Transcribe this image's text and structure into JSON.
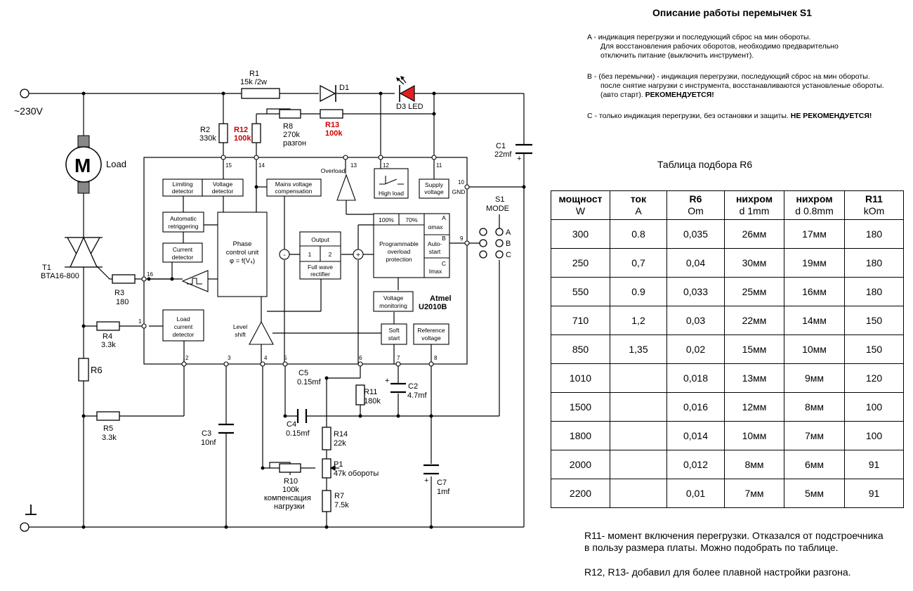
{
  "schematic": {
    "mains_label": "~230V",
    "ground_symbol": "⊥",
    "motor_label": "M",
    "load_label": "Load",
    "r1": "R1",
    "r1_value": "15k /2w",
    "d1": "D1",
    "d3": "D3 LED",
    "r2": "R2",
    "r2_value": "330k",
    "r12": "R12",
    "r12_value": "100k",
    "r8": "R8",
    "r8_value": "270k",
    "r8_note": "разгон",
    "r13": "R13",
    "r13_value": "100k",
    "c1": "C1",
    "c1_value": "22mf",
    "c1_plus": "+",
    "t1": "T1",
    "t1_value": "BTA16-800",
    "r3": "R3",
    "r3_value": "180",
    "r4": "R4",
    "r4_value": "3.3k",
    "r6": "R6",
    "r5": "R5",
    "r5_value": "3.3k",
    "c3": "C3",
    "c3_value": "10nf",
    "c5": "C5",
    "c5_value": "0.15mf",
    "c4": "C4",
    "c4_value": "0.15mf",
    "r11": "R11",
    "r11_value": "180k",
    "c2": "C2",
    "c2_value": "4.7mf",
    "c2_plus": "+",
    "r14": "R14",
    "r14_value": "22k",
    "p1": "P1",
    "p1_value": "47k обороты",
    "r10": "R10",
    "r10_value": "100k",
    "r10_note1": "компенсация",
    "r10_note2": "нагрузки",
    "r7": "R7",
    "r7_value": "7.5k",
    "c7": "C7",
    "c7_value": "1mf",
    "c7_plus": "+",
    "s1": "S1",
    "s1_mode": "MODE",
    "pos_a": "A",
    "pos_b": "B",
    "pos_c": "C",
    "chip_name": "Atmel",
    "chip_part": "U2010B",
    "blk_limiting1": "Limiting",
    "blk_limiting2": "detector",
    "blk_voltage1": "Voltage",
    "blk_voltage2": "detector",
    "blk_mains1": "Mains voltage",
    "blk_mains2": "compensation",
    "blk_overload": "Overload",
    "blk_highload": "High load",
    "blk_supply1": "Supply",
    "blk_supply2": "voltage",
    "blk_gnd": "GND",
    "blk_autoretrig1": "Automatic",
    "blk_autoretrig2": "retriggering",
    "blk_phase1": "Phase",
    "blk_phase2": "control unit",
    "blk_phase3": "φ = f(V₄)",
    "blk_output": "Output",
    "blk_out1": "1",
    "blk_out2": "2",
    "blk_rect1": "Full wave",
    "blk_rect2": "rectifier",
    "blk_pct100": "100%",
    "blk_pct70": "70%",
    "blk_prog1": "Programmable",
    "blk_prog2": "overload",
    "blk_prog3": "protection",
    "blk_a": "A",
    "blk_amax": "αmax",
    "blk_b": "B",
    "blk_auto1": "Auto-",
    "blk_auto2": "start",
    "blk_c": "C",
    "blk_imax": "Imax",
    "blk_current1": "Current",
    "blk_current2": "detector",
    "blk_vmon1": "Voltage",
    "blk_vmon2": "monitoring",
    "blk_load1": "Load",
    "blk_load2": "current",
    "blk_load3": "detector",
    "blk_level1": "Level",
    "blk_level2": "shift",
    "blk_soft1": "Soft",
    "blk_soft2": "start",
    "blk_ref1": "Reference",
    "blk_ref2": "voltage",
    "minus": "-",
    "plus": "+",
    "pins": {
      "p1": "1",
      "p2": "2",
      "p3": "3",
      "p4": "4",
      "p5": "5",
      "p6": "6",
      "p7": "7",
      "p8": "8",
      "p9": "9",
      "p10": "10",
      "p11": "11",
      "p12": "12",
      "p13": "13",
      "p14": "14",
      "p15": "15",
      "p16": "16"
    }
  },
  "notes": {
    "title": "Описание работы перемычек S1",
    "a_line1": "A - индикация перегрузки и последующий сброс на мин обороты.",
    "a_line2": "Для восстановления рабочих оборотов, необходимо предварительно",
    "a_line3": "отключить питание (выключить инструмент).",
    "b_line1": "B - (без перемычки) - индикация перегрузки, последующий сброс на мин обороты.",
    "b_line2": "после снятие нагрузки с инструмента, восстанавливаются установленые обороты.",
    "b_line3": "(авто старт).",
    "b_bold": "РЕКОМЕНДУЕТСЯ!",
    "c_line1": "C - только индикация перегрузки, без остановки и защиты.",
    "c_bold": "НЕ РЕКОМЕНДУЕТСЯ!"
  },
  "table": {
    "caption": "Таблица подбора R6",
    "headers": [
      {
        "top": "мощност",
        "bottom": "W"
      },
      {
        "top": "ток",
        "bottom": "A"
      },
      {
        "top": "R6",
        "bottom": "Om"
      },
      {
        "top": "нихром",
        "bottom": "d 1mm"
      },
      {
        "top": "нихром",
        "bottom": "d 0.8mm"
      },
      {
        "top": "R11",
        "bottom": "kOm"
      }
    ],
    "rows": [
      [
        "300",
        "0.8",
        "0,035",
        "26мм",
        "17мм",
        "180"
      ],
      [
        "250",
        "0,7",
        "0,04",
        "30мм",
        "19мм",
        "180"
      ],
      [
        "550",
        "0.9",
        "0,033",
        "25мм",
        "16мм",
        "180"
      ],
      [
        "710",
        "1,2",
        "0,03",
        "22мм",
        "14мм",
        "150"
      ],
      [
        "850",
        "1,35",
        "0,02",
        "15мм",
        "10мм",
        "150"
      ],
      [
        "1010",
        "",
        "0,018",
        "13мм",
        "9мм",
        "120"
      ],
      [
        "1500",
        "",
        "0,016",
        "12мм",
        "8мм",
        "100"
      ],
      [
        "1800",
        "",
        "0,014",
        "10мм",
        "7мм",
        "100"
      ],
      [
        "2000",
        "",
        "0,012",
        "8мм",
        "6мм",
        "91"
      ],
      [
        "2200",
        "",
        "0,01",
        "7мм",
        "5мм",
        "91"
      ]
    ]
  },
  "footer": {
    "r11_note1": "R11- момент включения перегрузки. Отказался от подстроечника",
    "r11_note2": "в пользу размера платы. Можно подобрать по таблице.",
    "r12_note": "R12, R13- добавил для более плавной настройки разгона."
  }
}
